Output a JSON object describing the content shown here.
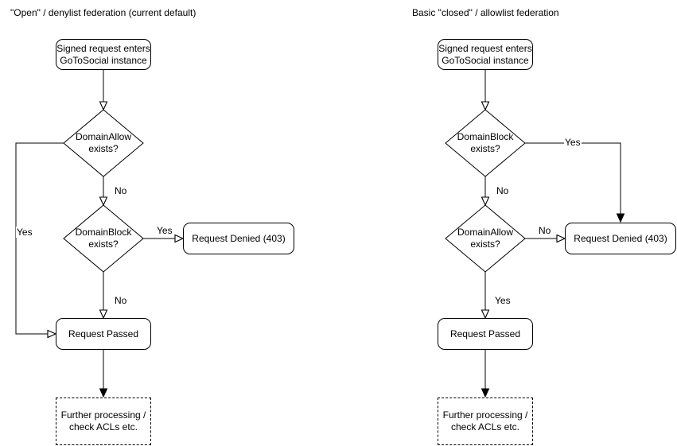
{
  "colors": {
    "stroke": "#000000",
    "background": "#ffffff",
    "text": "#000000"
  },
  "left_chart": {
    "title": "\"Open\" / denylist federation (current default)",
    "nodes": {
      "start": "Signed request enters\nGoToSocial instance",
      "decision1": "DomainAllow\nexists?",
      "decision2": "DomainBlock\nexists?",
      "denied": "Request Denied (403)",
      "passed": "Request Passed",
      "further": "Further processing /\ncheck ACLs etc."
    },
    "labels": {
      "decision1_no": "No",
      "decision1_yes": "Yes",
      "decision2_yes": "Yes",
      "decision2_no": "No"
    }
  },
  "right_chart": {
    "title": "Basic \"closed\" / allowlist federation",
    "nodes": {
      "start": "Signed request enters\nGoToSocial instance",
      "decision1": "DomainBlock\nexists?",
      "decision2": "DomainAllow\nexists?",
      "denied": "Request Denied (403)",
      "passed": "Request Passed",
      "further": "Further processing /\ncheck ACLs etc."
    },
    "labels": {
      "decision1_yes": "Yes",
      "decision1_no": "No",
      "decision2_no": "No",
      "decision2_yes": "Yes"
    }
  }
}
